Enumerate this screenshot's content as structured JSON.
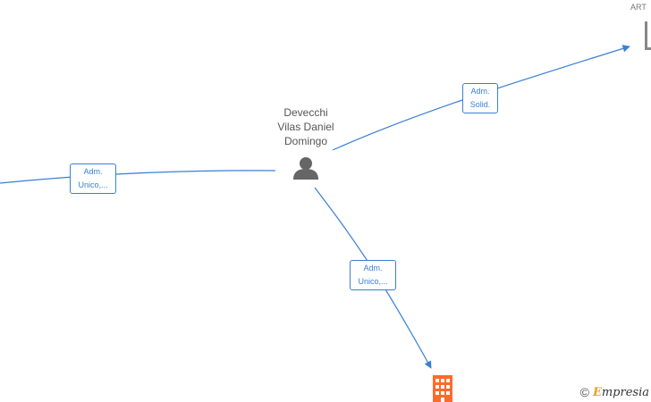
{
  "person": {
    "name": "Devecchi\nVilas Daniel\nDomingo",
    "icon": "person-icon"
  },
  "corner_company": {
    "label": "ART"
  },
  "edges": [
    {
      "id": "left",
      "label": "Adm.\nUnico,..."
    },
    {
      "id": "top-right",
      "label": "Adm.\nSolid."
    },
    {
      "id": "bottom",
      "label": "Adm.\nUnico,..."
    }
  ],
  "company_icon": "building-icon",
  "colors": {
    "edge": "#3b7fd4",
    "person": "#666666",
    "company": "#ff6a2b",
    "corner_company": "#888888"
  },
  "watermark": {
    "copyright": "©",
    "brand_initial": "E",
    "brand_rest": "mpresia"
  }
}
